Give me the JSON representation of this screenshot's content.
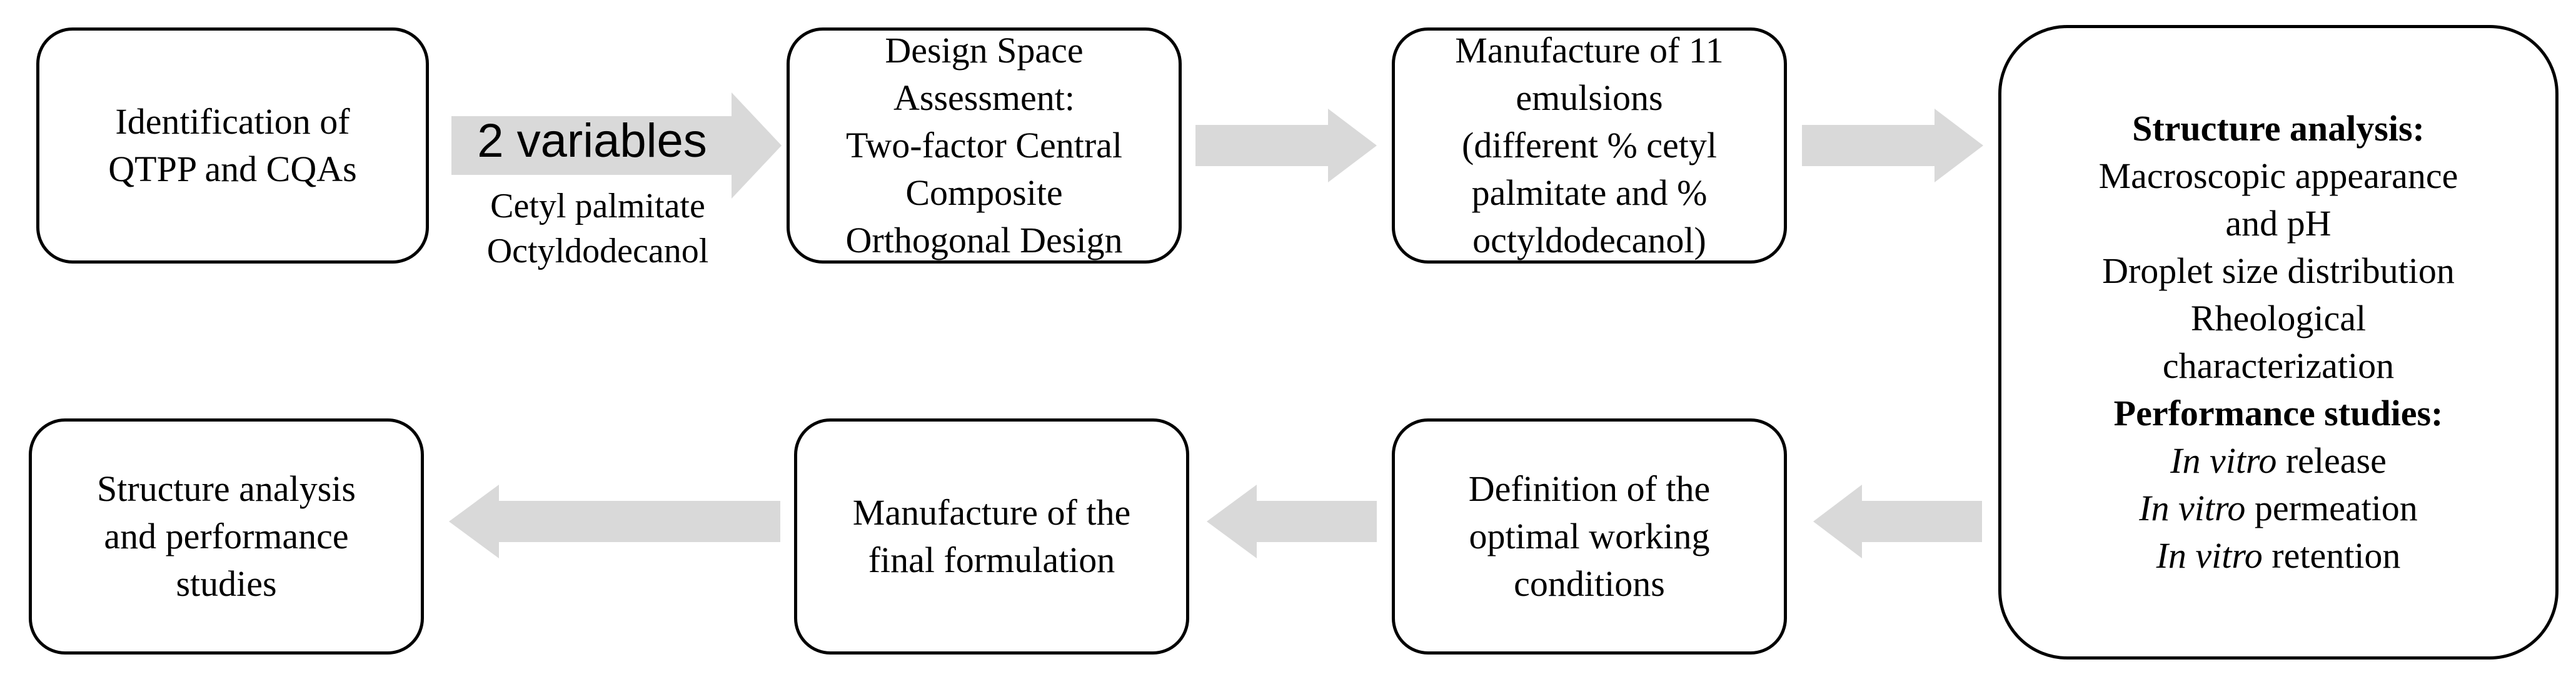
{
  "boxes": {
    "identification": [
      "Identification of",
      "QTPP and CQAs"
    ],
    "design_space": [
      "Design Space",
      "Assessment:",
      "Two-factor Central",
      "Composite",
      "Orthogonal Design"
    ],
    "manufacture_emulsions": [
      "Manufacture of 11",
      "emulsions",
      "(different % cetyl",
      "palmitate and %",
      "octyldodecanol)"
    ],
    "analysis": {
      "structure_heading": "Structure analysis:",
      "structure_items": [
        "Macroscopic appearance",
        "and pH",
        "Droplet size distribution",
        "Rheological",
        "characterization"
      ],
      "performance_heading": "Performance studies:",
      "performance_items": [
        {
          "italic": "In vitro",
          "rest": " release"
        },
        {
          "italic": "In vitro",
          "rest": " permeation"
        },
        {
          "italic": "In vitro",
          "rest": " retention"
        }
      ]
    },
    "optimal_conditions": [
      "Definition of the",
      "optimal working",
      "conditions"
    ],
    "final_formulation": [
      "Manufacture of the",
      "final formulation"
    ],
    "final_analysis": [
      "Structure analysis",
      "and performance",
      "studies"
    ]
  },
  "variables_label": "2 variables",
  "variables_list": [
    "Cetyl palmitate",
    "Octyldodecanol"
  ],
  "colors": {
    "arrow": "#d9d9d9",
    "border": "#000000"
  }
}
